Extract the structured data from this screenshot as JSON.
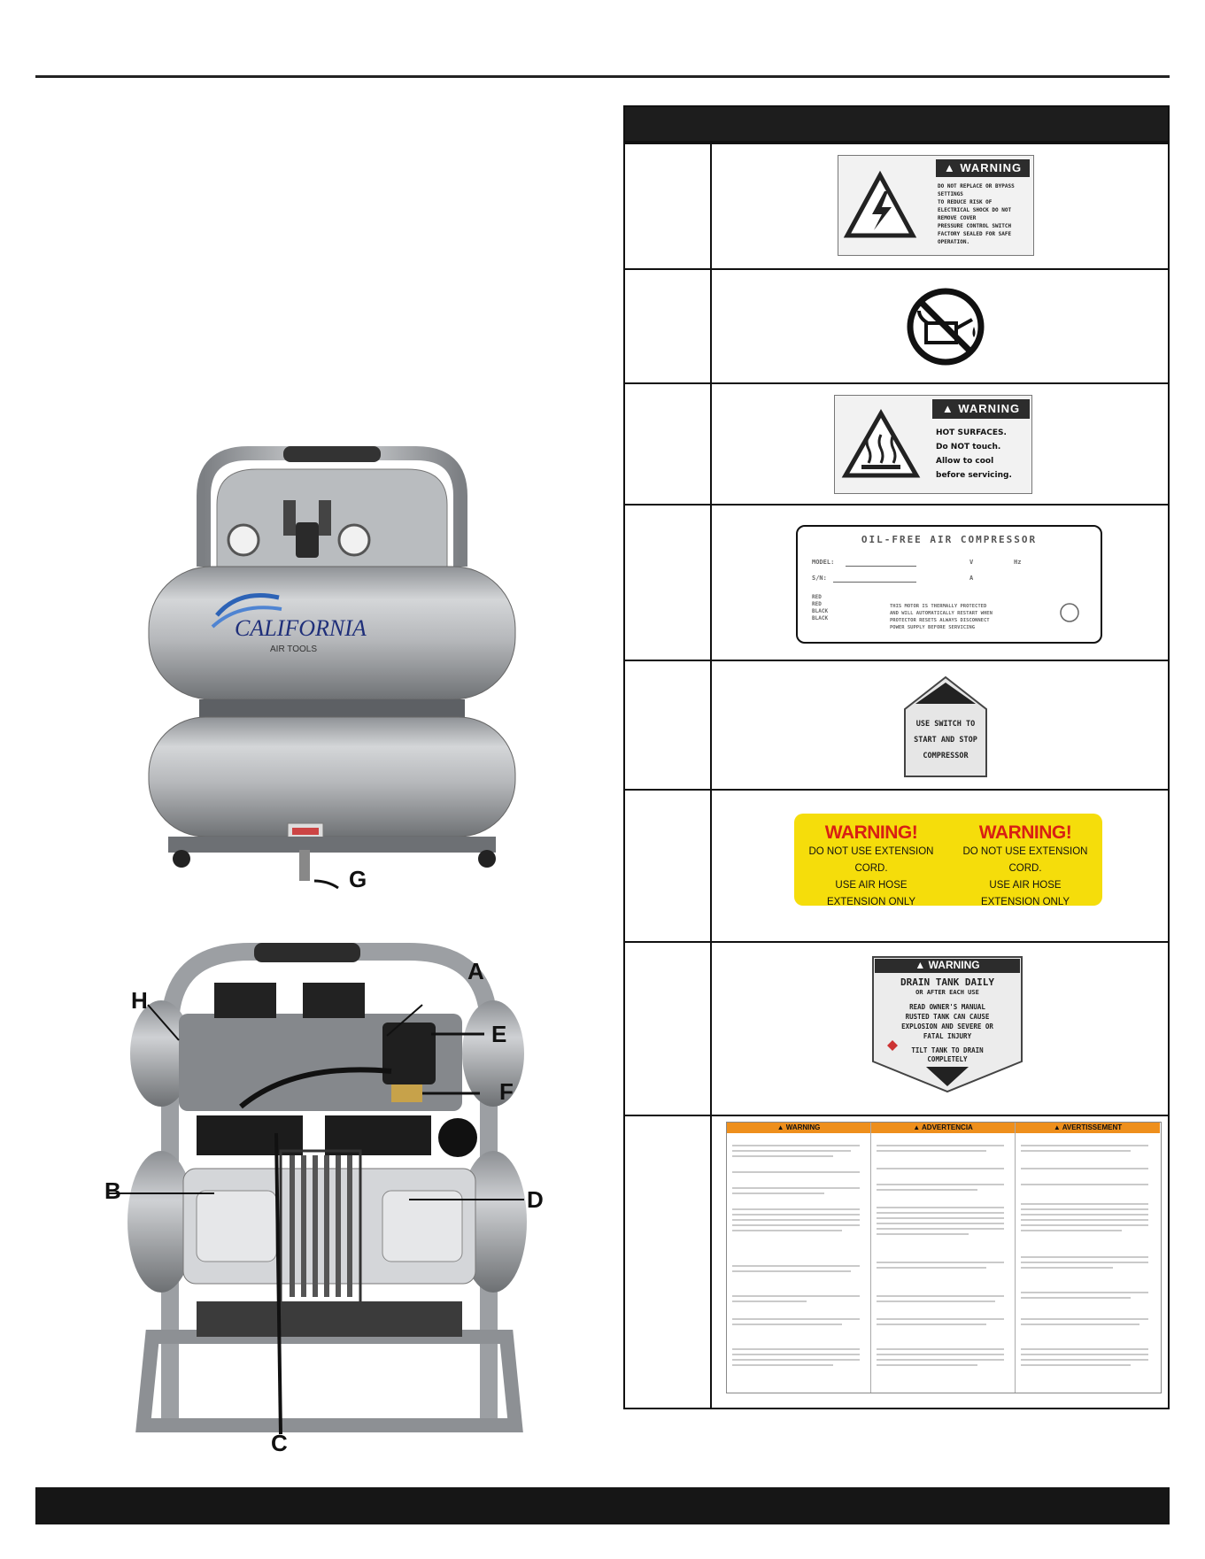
{
  "photos": {
    "front_brand": "CALIFORNIA",
    "front_sub": "AIR TOOLS",
    "callouts": {
      "g": "G",
      "a": "A",
      "h": "H",
      "e": "E",
      "f": "F",
      "b": "B",
      "d": "D",
      "c": "C"
    }
  },
  "decals": {
    "electrical": {
      "header": "WARNING",
      "lines": [
        "DO NOT REPLACE OR BYPASS",
        "SETTINGS",
        "TO REDUCE RISK OF",
        "ELECTRICAL SHOCK DO NOT",
        "REMOVE COVER",
        "PRESSURE CONTROL SWITCH",
        "FACTORY SEALED FOR SAFE",
        "OPERATION."
      ]
    },
    "hot": {
      "header": "WARNING",
      "lines": [
        "HOT SURFACES.",
        "Do NOT touch.",
        "Allow to cool",
        "before servicing."
      ]
    },
    "nameplate": {
      "title": "OIL-FREE AIR COMPRESSOR",
      "fields": [
        "MODEL:",
        "S/N:",
        "V",
        "Hz",
        "A"
      ],
      "wires": [
        "RED",
        "RED",
        "BLACK",
        "BLACK"
      ],
      "text": [
        "THIS MOTOR IS THERMALLY PROTECTED",
        "AND WILL AUTOMATICALLY RESTART WHEN",
        "PROTECTOR RESETS ALWAYS DISCONNECT",
        "POWER SUPPLY BEFORE SERVICING"
      ]
    },
    "switch": {
      "lines": [
        "USE SWITCH TO",
        "START AND STOP",
        "COMPRESSOR"
      ]
    },
    "extension": {
      "left": {
        "heading": "WARNING!",
        "lines": [
          "DO NOT USE EXTENSION CORD.",
          "USE AIR HOSE",
          "EXTENSION ONLY"
        ]
      },
      "right": {
        "heading": "WARNING!",
        "lines": [
          "DO NOT USE EXTENSION CORD.",
          "USE AIR HOSE",
          "EXTENSION ONLY"
        ]
      }
    },
    "drain": {
      "header": "WARNING",
      "title": "DRAIN TANK DAILY",
      "subtitle": "OR AFTER EACH USE",
      "lines": [
        "READ OWNER'S MANUAL",
        "RUSTED TANK CAN CAUSE",
        "EXPLOSION AND SEVERE OR",
        "FATAL INJURY"
      ],
      "footer": [
        "TILT TANK TO DRAIN",
        "COMPLETELY"
      ]
    },
    "trilingual": {
      "headers": [
        "WARNING",
        "ADVERTENCIA",
        "AVERTISSEMENT"
      ]
    }
  },
  "colors": {
    "yellow": "#f5dd0b",
    "red": "#d81f14",
    "orange": "#ee8f1c",
    "dark": "#1d1d1d"
  }
}
